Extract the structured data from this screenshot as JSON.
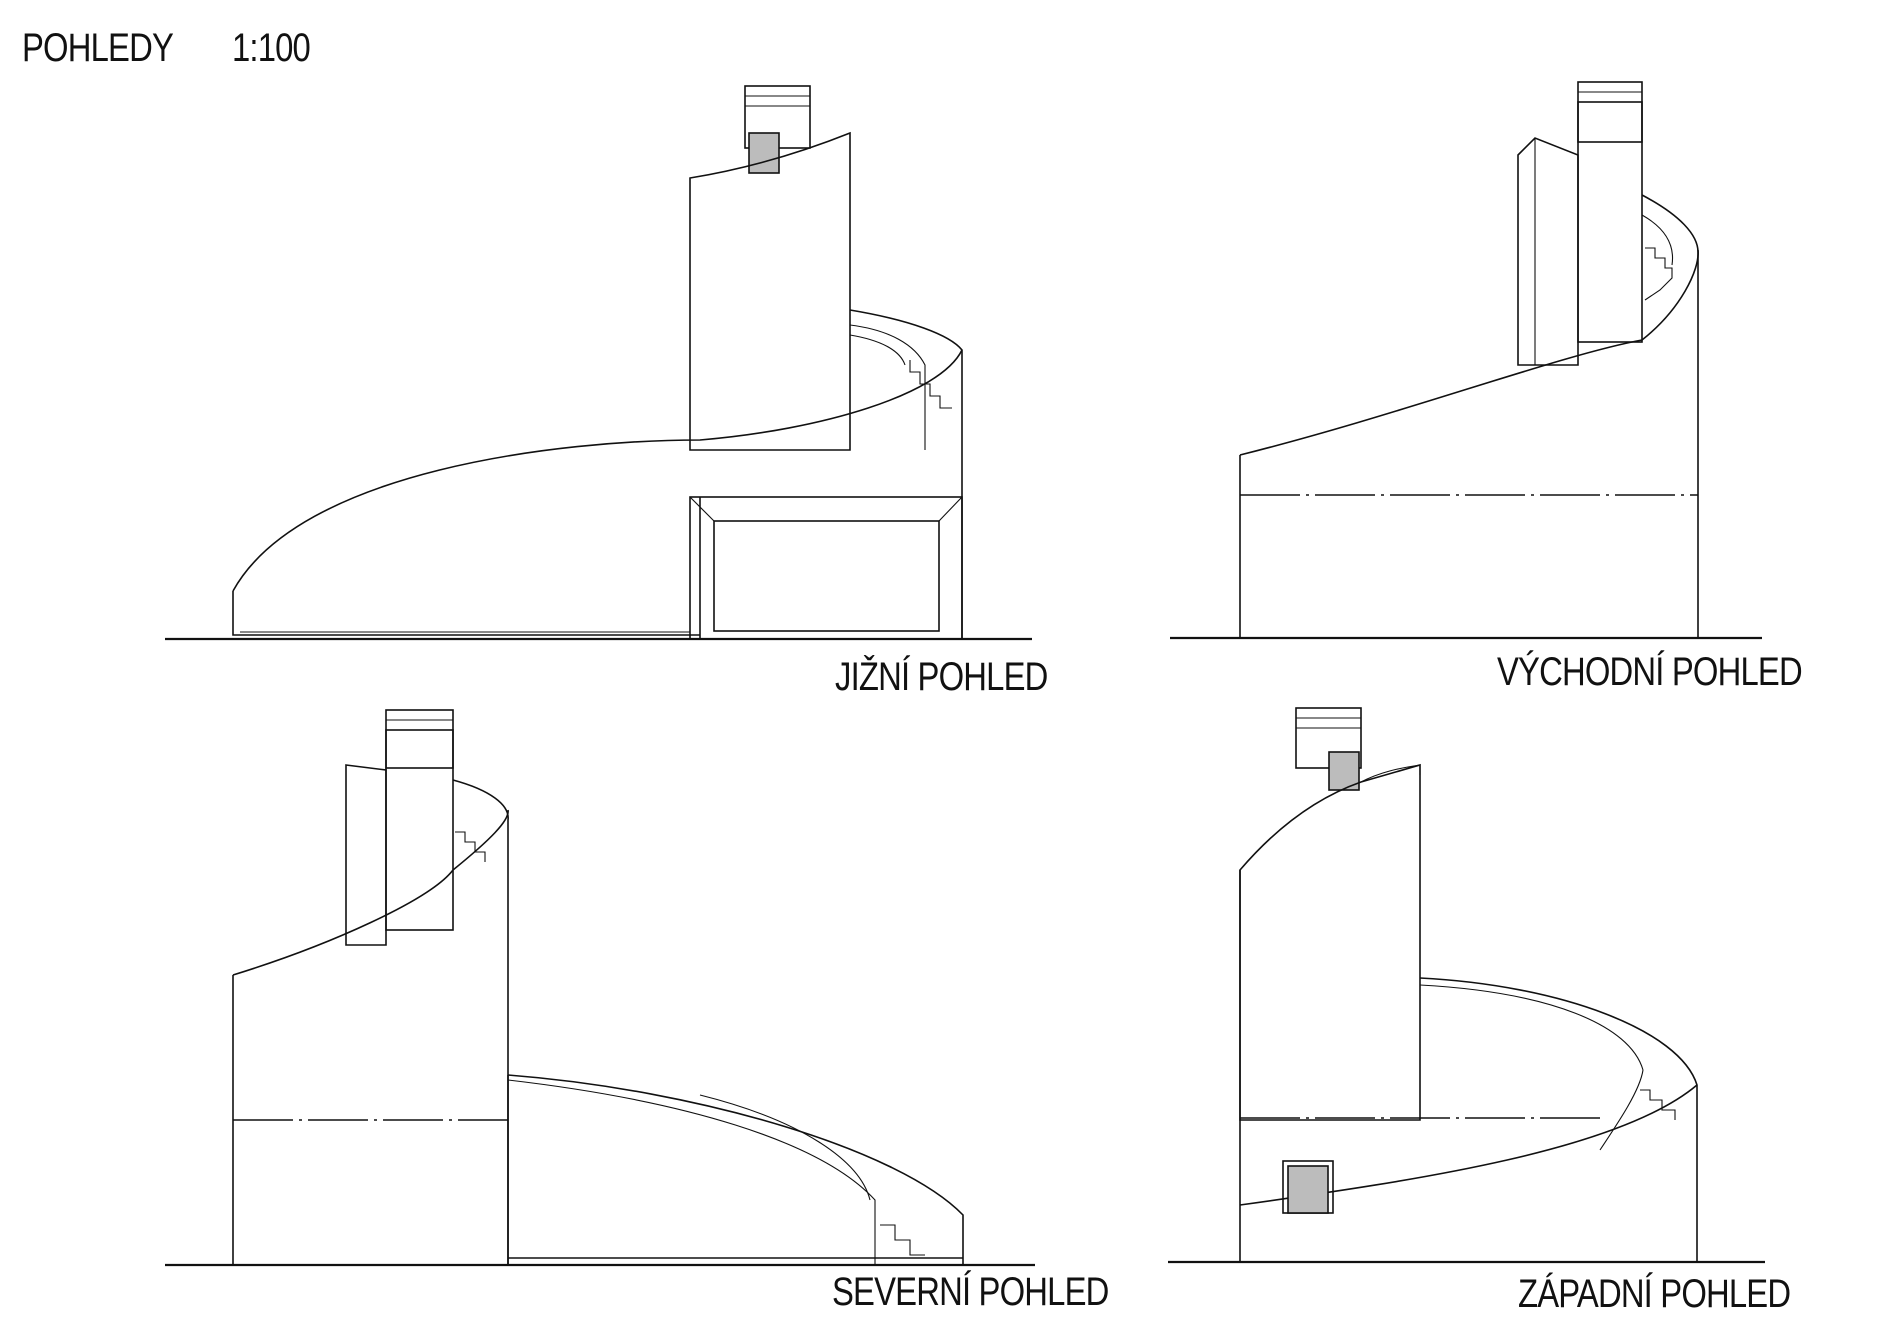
{
  "sheet": {
    "title": "POHLEDY",
    "scale": "1:100"
  },
  "views": {
    "south": {
      "label": "JIŽNÍ POHLED"
    },
    "east": {
      "label": "VÝCHODNÍ POHLED"
    },
    "north": {
      "label": "SEVERNÍ POHLED"
    },
    "west": {
      "label": "ZÁPADNÍ POHLED"
    }
  },
  "colors": {
    "line": "#111111",
    "fill_gray": "#bcbcbc",
    "background": "#ffffff"
  }
}
